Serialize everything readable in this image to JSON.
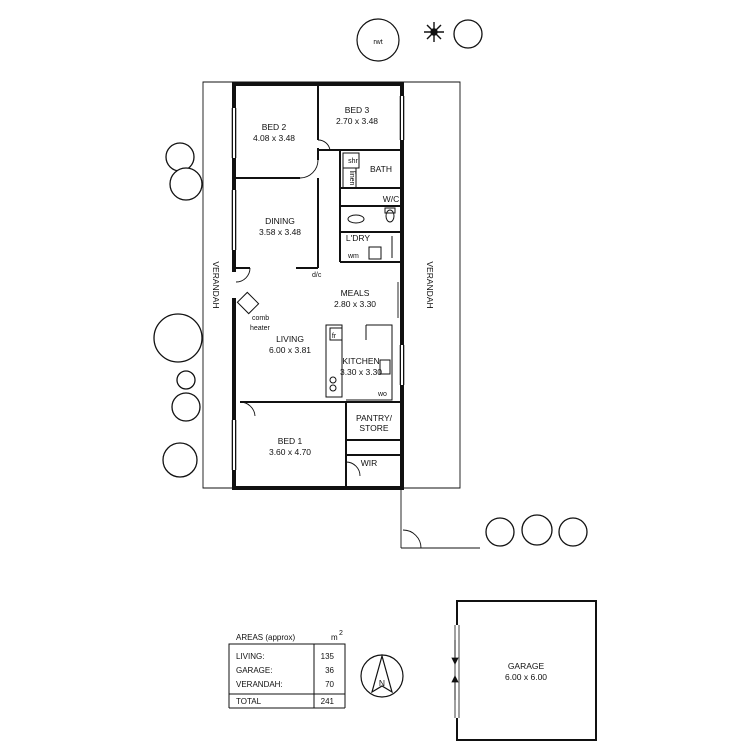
{
  "site": {
    "rwt": "rwt"
  },
  "rooms": {
    "bed2": {
      "name": "BED 2",
      "dims": "4.08 x 3.48"
    },
    "bed3": {
      "name": "BED 3",
      "dims": "2.70 x 3.48"
    },
    "dining": {
      "name": "DINING",
      "dims": "3.58 x 3.48"
    },
    "meals": {
      "name": "MEALS",
      "dims": "2.80 x 3.30"
    },
    "living": {
      "name": "LIVING",
      "dims": "6.00 x 3.81"
    },
    "kitchen": {
      "name": "KITCHEN",
      "dims": "3.30 x 3.30"
    },
    "bed1": {
      "name": "BED 1",
      "dims": "3.60 x 4.70"
    },
    "bath": {
      "name": "BATH"
    },
    "wc": {
      "name": "W/C"
    },
    "ldry": {
      "name": "L'DRY"
    },
    "pantry": {
      "name": "PANTRY/",
      "name2": "STORE"
    },
    "wir": {
      "name": "WIR"
    },
    "garage": {
      "name": "GARAGE",
      "dims": "6.00 x 6.00"
    }
  },
  "fixtures": {
    "shr": "shr",
    "linen": "linen",
    "wm": "wm",
    "dc": "d/c",
    "fr": "fr",
    "wo": "wo",
    "heater1": "comb",
    "heater2": "heater"
  },
  "verandah": {
    "left": "VERANDAH",
    "right": "VERANDAH"
  },
  "areas": {
    "title": "AREAS (approx)",
    "unit": "m",
    "unit_sup": "2",
    "rows": [
      {
        "label": "LIVING:",
        "value": "135"
      },
      {
        "label": "GARAGE:",
        "value": "36"
      },
      {
        "label": "VERANDAH:",
        "value": "70"
      }
    ],
    "total_label": "TOTAL",
    "total_value": "241"
  },
  "compass": {
    "label": "N"
  }
}
